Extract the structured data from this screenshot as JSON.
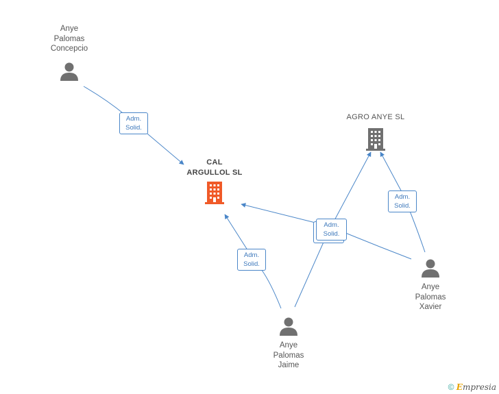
{
  "colors": {
    "edge": "#4a86c8",
    "person": "#707070",
    "company_main": "#f05a28",
    "company": "#707070"
  },
  "nodes": {
    "concepcio": {
      "lines": [
        "Anye",
        "Palomas",
        "Concepcio"
      ],
      "icon": "person-icon"
    },
    "jaime": {
      "lines": [
        "Anye",
        "Palomas",
        "Jaime"
      ],
      "icon": "person-icon"
    },
    "xavier": {
      "lines": [
        "Anye",
        "Palomas",
        "Xavier"
      ],
      "icon": "person-icon"
    },
    "cal": {
      "lines": [
        "CAL",
        "ARGULLOL SL"
      ],
      "icon": "building-icon"
    },
    "agro": {
      "lines": [
        "AGRO ANYE SL"
      ],
      "icon": "building-icon"
    }
  },
  "badges": [
    {
      "lines": [
        "Adm.",
        "Solid."
      ]
    },
    {
      "lines": [
        "Adm.",
        "Solid."
      ]
    },
    {
      "lines": [
        "Adm.",
        "Solid."
      ]
    },
    {
      "lines": [
        "Adm.",
        "Solid."
      ]
    }
  ],
  "footer": {
    "copyright": "©",
    "brand_first": "E",
    "brand_rest": "mpresia"
  }
}
